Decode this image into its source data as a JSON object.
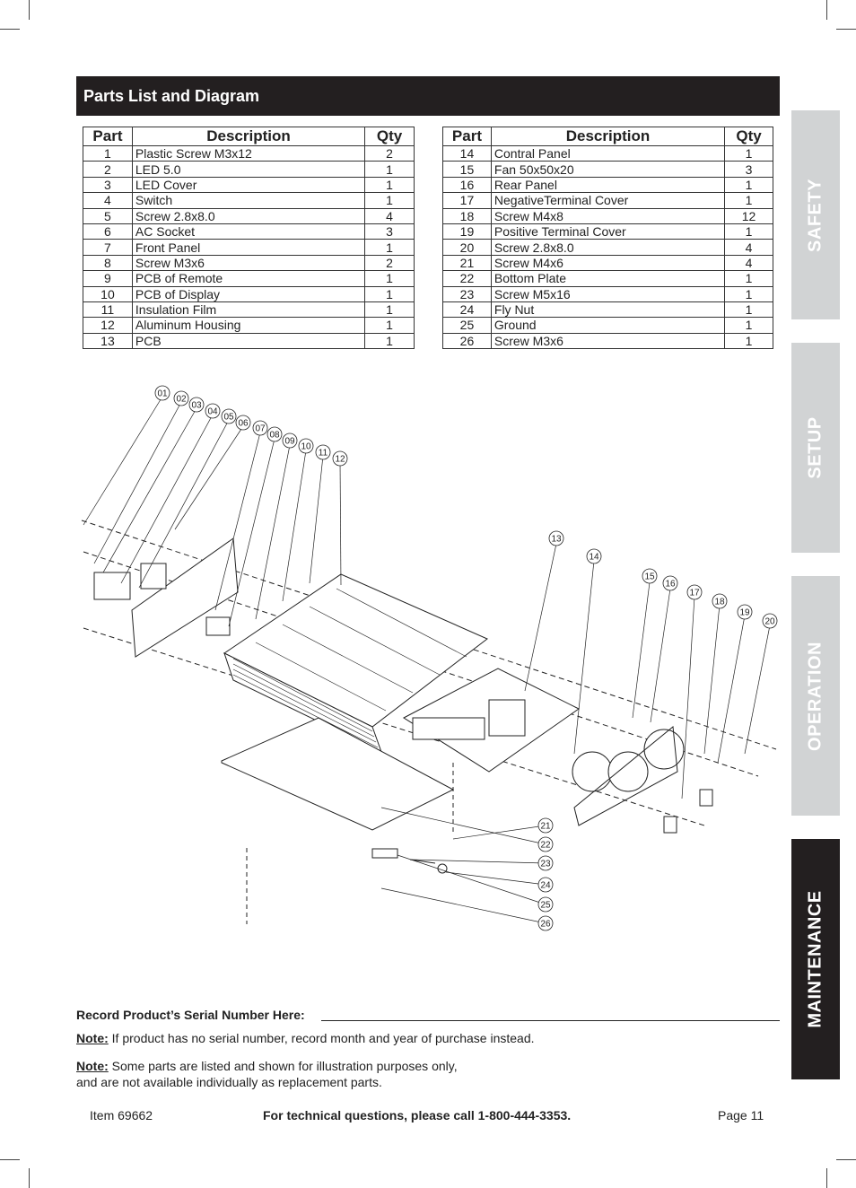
{
  "header": {
    "title": "Parts List and Diagram"
  },
  "table_columns": {
    "part": "Part",
    "description": "Description",
    "qty": "Qty"
  },
  "parts_left": [
    {
      "part": "1",
      "description": "Plastic Screw M3x12",
      "qty": "2"
    },
    {
      "part": "2",
      "description": "LED 5.0",
      "qty": "1"
    },
    {
      "part": "3",
      "description": "LED Cover",
      "qty": "1"
    },
    {
      "part": "4",
      "description": "Switch",
      "qty": "1"
    },
    {
      "part": "5",
      "description": "Screw 2.8x8.0",
      "qty": "4"
    },
    {
      "part": "6",
      "description": "AC Socket",
      "qty": "3"
    },
    {
      "part": "7",
      "description": "Front Panel",
      "qty": "1"
    },
    {
      "part": "8",
      "description": "Screw M3x6",
      "qty": "2"
    },
    {
      "part": "9",
      "description": "PCB of Remote",
      "qty": "1"
    },
    {
      "part": "10",
      "description": "PCB of Display",
      "qty": "1"
    },
    {
      "part": "11",
      "description": "Insulation Film",
      "qty": "1"
    },
    {
      "part": "12",
      "description": "Aluminum Housing",
      "qty": "1"
    },
    {
      "part": "13",
      "description": "PCB",
      "qty": "1"
    }
  ],
  "parts_right": [
    {
      "part": "14",
      "description": "Contral Panel",
      "qty": "1"
    },
    {
      "part": "15",
      "description": "Fan 50x50x20",
      "qty": "3"
    },
    {
      "part": "16",
      "description": "Rear Panel",
      "qty": "1"
    },
    {
      "part": "17",
      "description": "NegativeTerminal Cover",
      "qty": "1"
    },
    {
      "part": "18",
      "description": "Screw M4x8",
      "qty": "12"
    },
    {
      "part": "19",
      "description": "Positive Terminal Cover",
      "qty": "1"
    },
    {
      "part": "20",
      "description": "Screw 2.8x8.0",
      "qty": "4"
    },
    {
      "part": "21",
      "description": "Screw M4x6",
      "qty": "4"
    },
    {
      "part": "22",
      "description": "Bottom Plate",
      "qty": "1"
    },
    {
      "part": "23",
      "description": "Screw M5x16",
      "qty": "1"
    },
    {
      "part": "24",
      "description": "Fly Nut",
      "qty": "1"
    },
    {
      "part": "25",
      "description": "Ground",
      "qty": "1"
    },
    {
      "part": "26",
      "description": "Screw M3x6",
      "qty": "1"
    }
  ],
  "diagram_callouts": [
    "01",
    "02",
    "03",
    "04",
    "05",
    "06",
    "07",
    "08",
    "09",
    "10",
    "11",
    "12",
    "13",
    "14",
    "15",
    "16",
    "17",
    "18",
    "19",
    "20",
    "21",
    "22",
    "23",
    "24",
    "25",
    "26"
  ],
  "side_tabs": [
    "SAFETY",
    "SETUP",
    "OPERATION",
    "MAINTENANCE"
  ],
  "active_tab": "MAINTENANCE",
  "serial": {
    "label": "Record Product’s Serial Number Here:"
  },
  "notes": [
    {
      "label": "Note:",
      "text": " If product has no serial number, record month and year of purchase instead."
    },
    {
      "label": "Note:",
      "text": " Some parts are listed and shown for illustration purposes only,",
      "text2": "and are not available individually as replacement parts."
    }
  ],
  "footer": {
    "item": "Item 69662",
    "support": "For technical questions, please call 1-800-444-3353.",
    "page": "Page 11"
  },
  "colors": {
    "header_bg": "#231f20",
    "tab_inactive": "#d1d3d4",
    "tab_active": "#231f20"
  }
}
